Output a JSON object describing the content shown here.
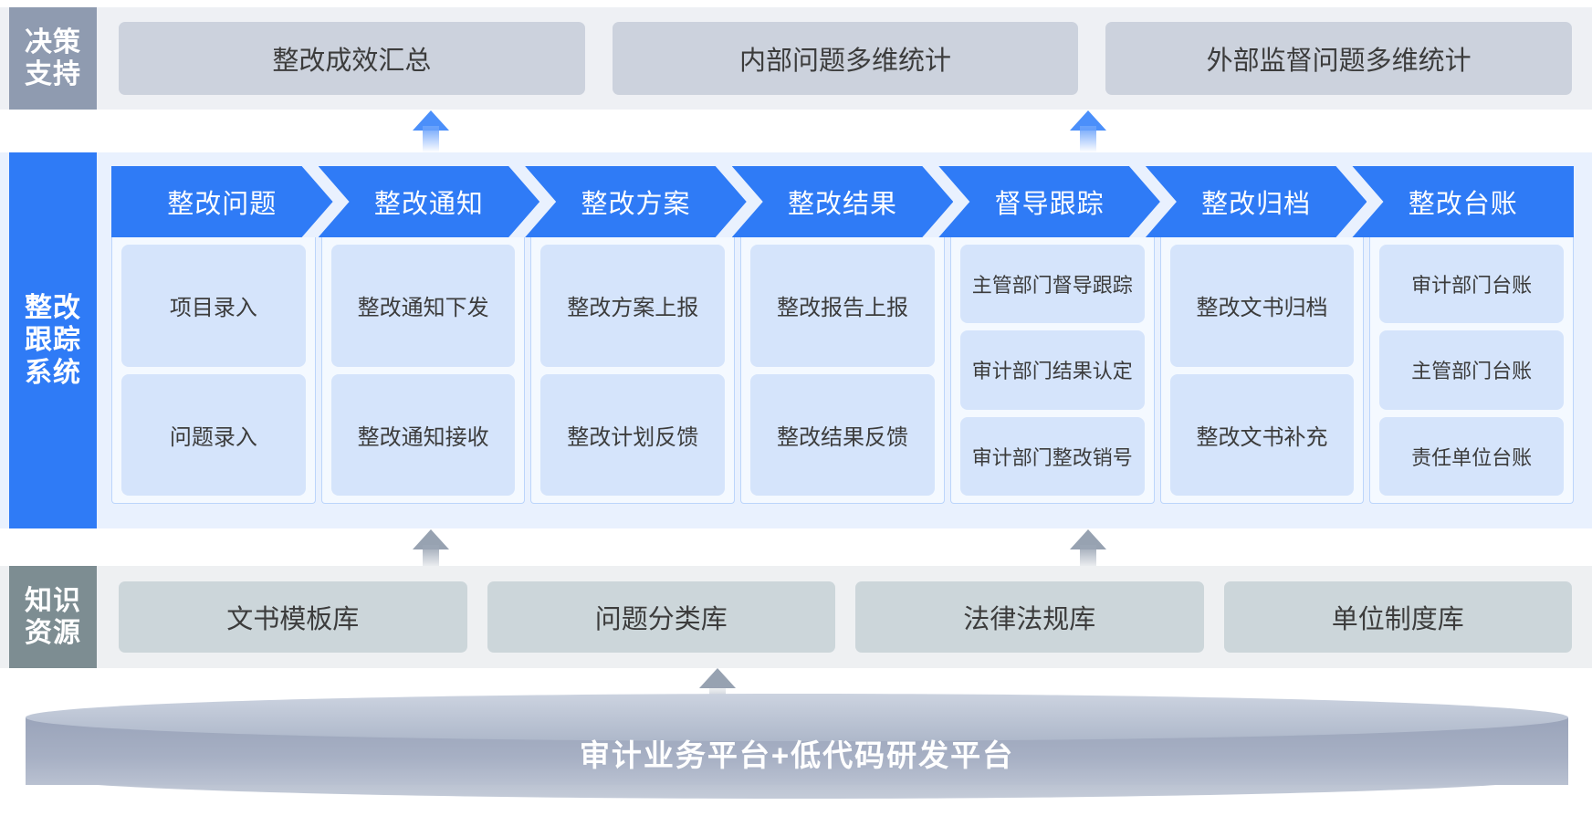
{
  "layers": {
    "decision": {
      "label": "决策支持",
      "cards": [
        "整改成效汇总",
        "内部问题多维统计",
        "外部监督问题多维统计"
      ]
    },
    "tracking": {
      "label": "整改跟踪系统",
      "steps": [
        {
          "title": "整改问题",
          "items": [
            "项目录入",
            "问题录入"
          ]
        },
        {
          "title": "整改通知",
          "items": [
            "整改通知下发",
            "整改通知接收"
          ]
        },
        {
          "title": "整改方案",
          "items": [
            "整改方案上报",
            "整改计划反馈"
          ]
        },
        {
          "title": "整改结果",
          "items": [
            "整改报告上报",
            "整改结果反馈"
          ]
        },
        {
          "title": "督导跟踪",
          "items": [
            "主管部门督导跟踪",
            "审计部门结果认定",
            "审计部门整改销号"
          ]
        },
        {
          "title": "整改归档",
          "items": [
            "整改文书归档",
            "整改文书补充"
          ]
        },
        {
          "title": "整改台账",
          "items": [
            "审计部门台账",
            "主管部门台账",
            "责任单位台账"
          ]
        }
      ]
    },
    "knowledge": {
      "label": "知识资源",
      "cards": [
        "文书模板库",
        "问题分类库",
        "法律法规库",
        "单位制度库"
      ]
    },
    "platform": {
      "label": "审计业务平台+低代码研发平台"
    }
  },
  "colors": {
    "brand_blue": "#2f7bf6",
    "decision_label_bg": "#8f9bb0",
    "decision_card_bg": "#ccd2dd",
    "tracking_band_bg": "#e9f1fe",
    "cell_bg": "#d5e4fb",
    "knowledge_label_bg": "#7d8d92",
    "knowledge_card_bg": "#ccd6da",
    "platform_gray": "#9aa4ba"
  }
}
